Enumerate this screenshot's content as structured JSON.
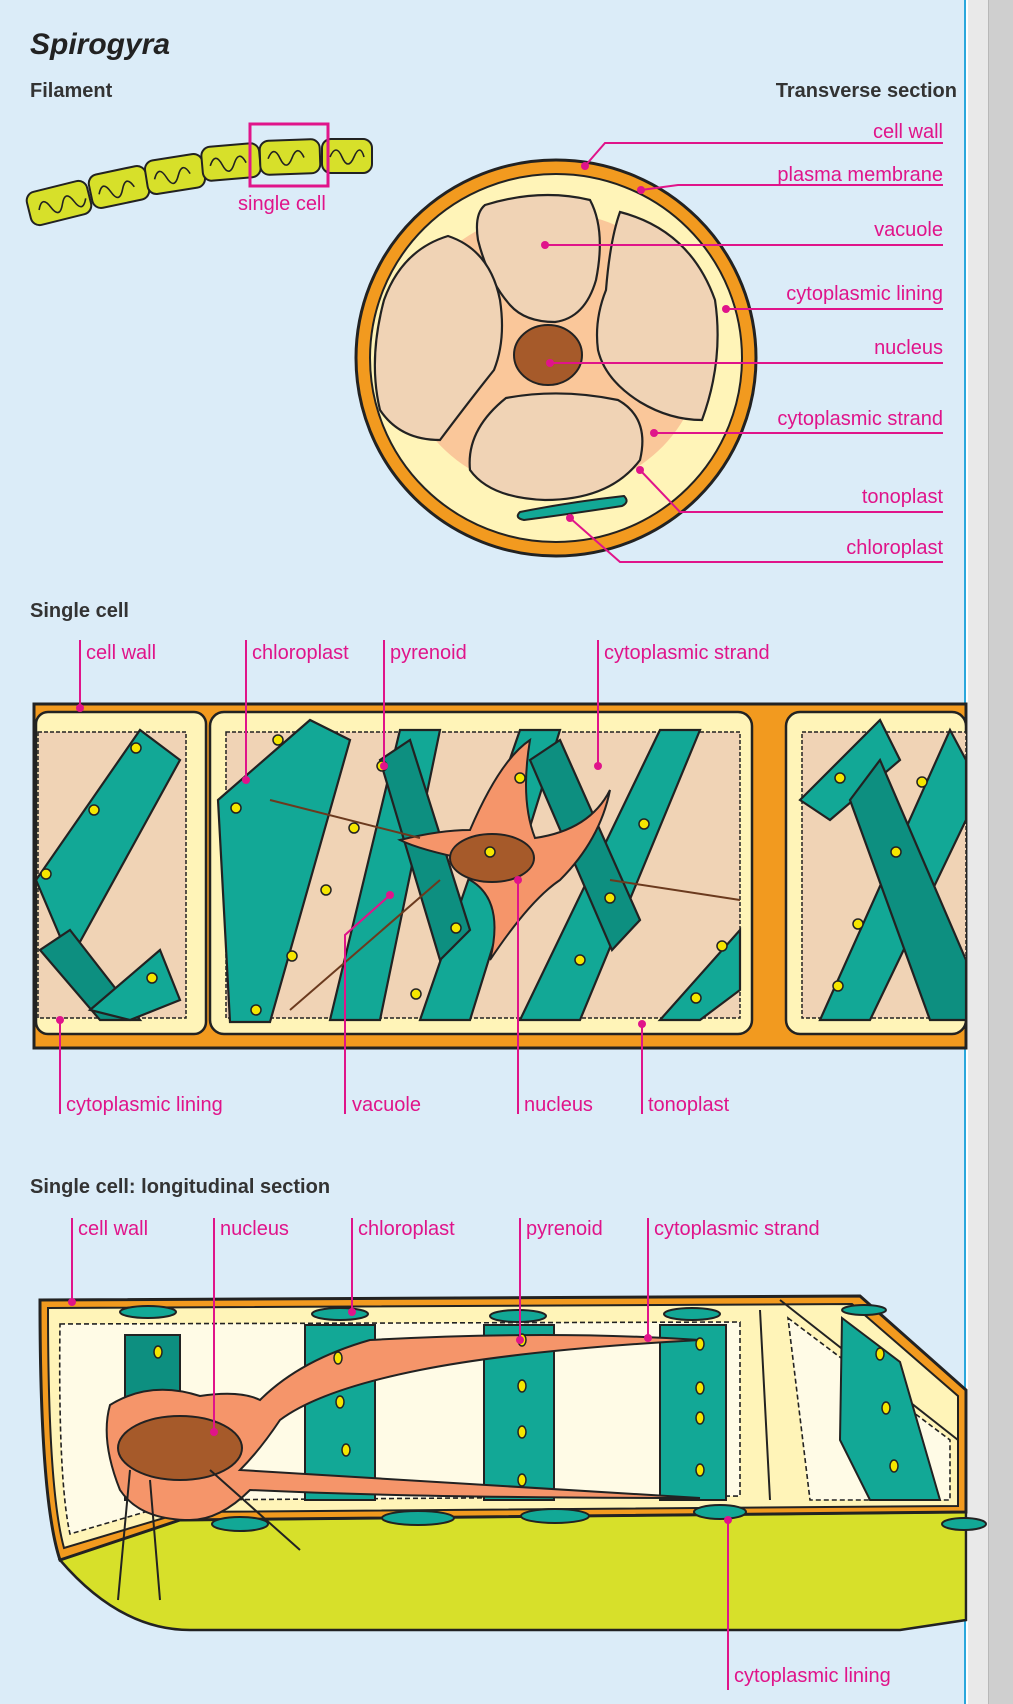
{
  "title": "Spirogyra",
  "sections": {
    "filament": "Filament",
    "transverse": "Transverse section",
    "single_cell": "Single cell",
    "longitudinal": "Single cell: longitudinal section"
  },
  "filament_labels": {
    "single_cell": "single cell"
  },
  "transverse_labels": {
    "cell_wall": "cell wall",
    "plasma_membrane": "plasma membrane",
    "vacuole": "vacuole",
    "cytoplasmic_lining": "cytoplasmic lining",
    "nucleus": "nucleus",
    "cytoplasmic_strand": "cytoplasmic strand",
    "tonoplast": "tonoplast",
    "chloroplast": "chloroplast"
  },
  "single_cell_labels": {
    "cell_wall": "cell wall",
    "chloroplast": "chloroplast",
    "pyrenoid": "pyrenoid",
    "cytoplasmic_strand": "cytoplasmic strand",
    "cytoplasmic_lining": "cytoplasmic lining",
    "vacuole": "vacuole",
    "nucleus": "nucleus",
    "tonoplast": "tonoplast"
  },
  "longitudinal_labels": {
    "cell_wall": "cell wall",
    "nucleus": "nucleus",
    "chloroplast": "chloroplast",
    "pyrenoid": "pyrenoid",
    "cytoplasmic_strand": "cytoplasmic strand",
    "cytoplasmic_lining": "cytoplasmic lining"
  },
  "colors": {
    "background": "#dbecf8",
    "label": "#e0148a",
    "cell_wall": "#f29a1f",
    "cytoplasm": "#fff4b8",
    "vacuole": "#f0d3b5",
    "strand": "#f5956a",
    "nucleus": "#a65a2a",
    "chloroplast": "#12a896",
    "pyrenoid": "#f5e600",
    "filament": "#d7e02a"
  }
}
